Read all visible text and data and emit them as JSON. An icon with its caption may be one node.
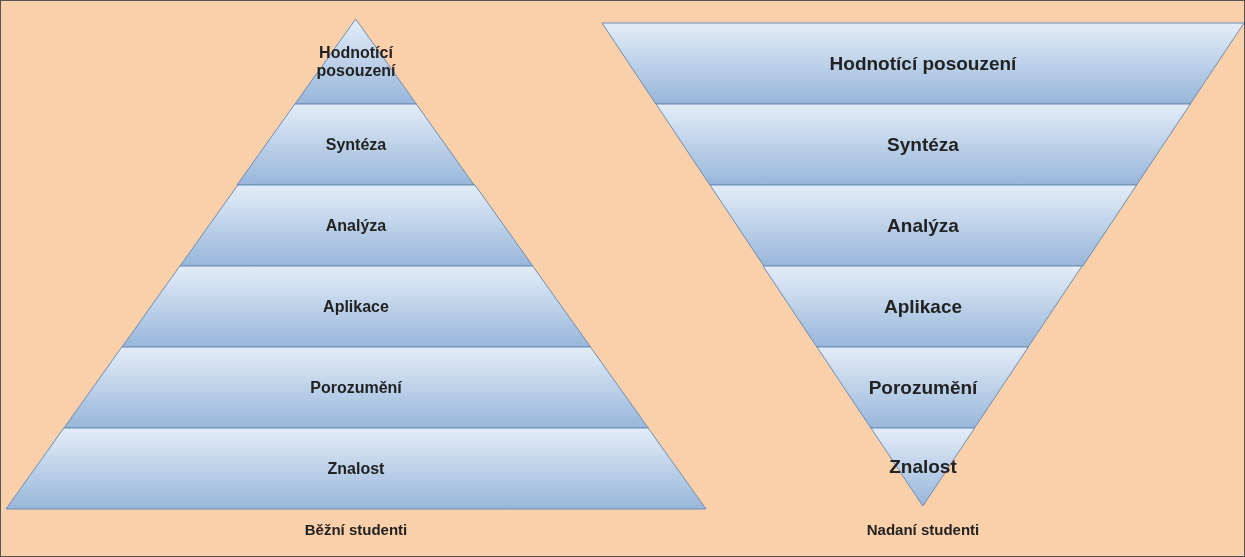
{
  "diagram": {
    "nodes": [
      {
        "text": [
          "Hodnotící posouzení"
        ]
      },
      {
        "text": [
          "Syntéza"
        ]
      },
      {
        "text": [
          "Analýza"
        ]
      },
      {
        "text": [
          "Aplikace"
        ]
      },
      {
        "text": [
          "Porozumění"
        ]
      },
      {
        "text": [
          "Znalost"
        ]
      },
      {
        "text": [
          "Hodnotící posouzení"
        ]
      },
      {
        "text": [
          "Syntéza"
        ]
      },
      {
        "text": [
          "Analýza"
        ]
      },
      {
        "text": [
          "Aplikace"
        ]
      },
      {
        "text": [
          "Porozumění"
        ]
      },
      {
        "text": [
          "Znalost"
        ]
      }
    ],
    "labels": [
      "Běžní studenti",
      "Nadaní studenti"
    ]
  }
}
